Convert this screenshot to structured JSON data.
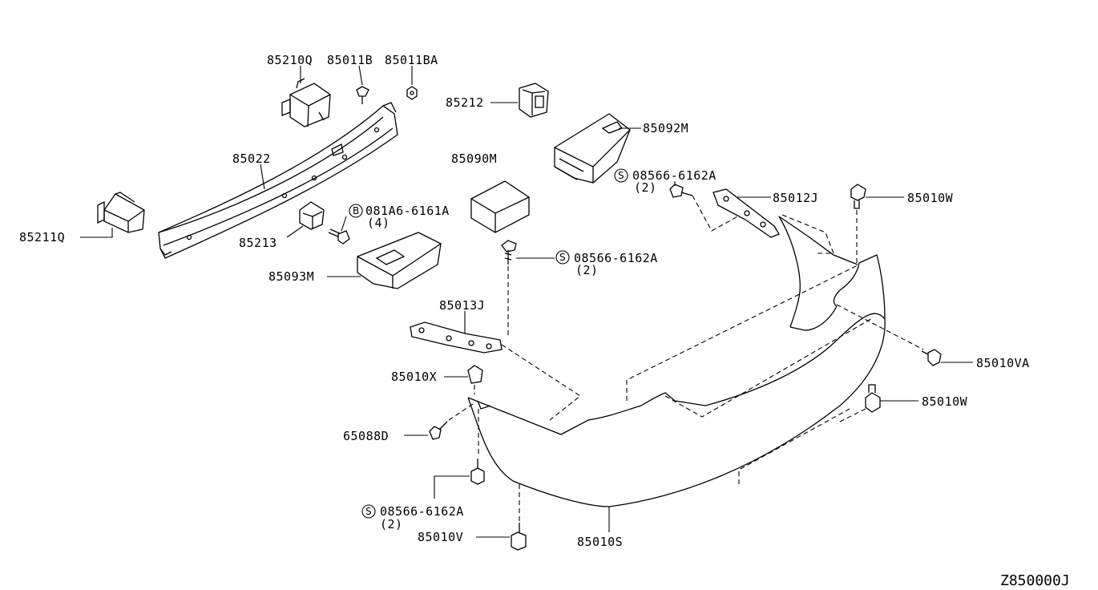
{
  "diagram": {
    "drawing_code": "Z850000J",
    "labels": {
      "p85210Q": "85210Q",
      "p85011B": "85011B",
      "p85011BA": "85011BA",
      "p85212": "85212",
      "p85092M": "85092M",
      "p85022": "85022",
      "p85090M": "85090M",
      "p85211Q": "85211Q",
      "p85213": "85213",
      "bolt_b": "081A6-6161A",
      "bolt_b_qty": "(4)",
      "bolt_b_prefix": "B",
      "p85093M": "85093M",
      "screw_top_right": "08566-6162A",
      "screw_top_right_qty": "(2)",
      "screw_mid": "08566-6162A",
      "screw_mid_qty": "(2)",
      "screw_bottom": "08566-6162A",
      "screw_bottom_qty": "(2)",
      "screw_prefix": "S",
      "p85012J": "85012J",
      "p85010W_top": "85010W",
      "p85013J": "85013J",
      "p85010VA": "85010VA",
      "p85010X": "85010X",
      "p85010W_bottom": "85010W",
      "p65088D": "65088D",
      "p85010V": "85010V",
      "p85010S": "85010S"
    }
  }
}
